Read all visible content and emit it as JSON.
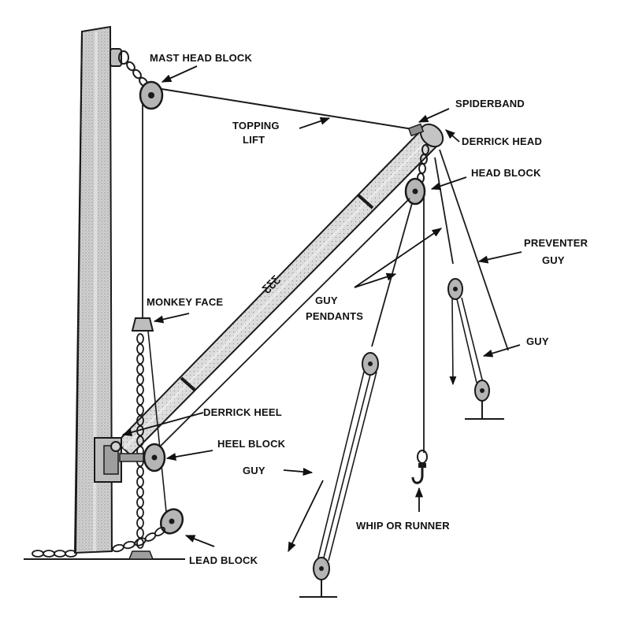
{
  "labels": {
    "mast_head_block": "MAST HEAD BLOCK",
    "spiderband": "SPIDERBAND",
    "topping_lift_1": "TOPPING",
    "topping_lift_2": "LIFT",
    "derrick_head": "DERRICK HEAD",
    "head_block": "HEAD BLOCK",
    "preventer_guy_1": "PREVENTER",
    "preventer_guy_2": "GUY",
    "monkey_face": "MONKEY FACE",
    "guy_pendants_1": "GUY",
    "guy_pendants_2": "PENDANTS",
    "guy_right": "GUY",
    "derrick_heel": "DERRICK HEEL",
    "heel_block": "HEEL BLOCK",
    "guy_left": "GUY",
    "whip_or_runner": "WHIP OR RUNNER",
    "lead_block": "LEAD BLOCK"
  },
  "boom_marking": "ƸƸƸ",
  "colors": {
    "ink": "#1a1a1a",
    "mast_fill": "#c9c9c9",
    "boom_fill": "#d6d6d6"
  }
}
